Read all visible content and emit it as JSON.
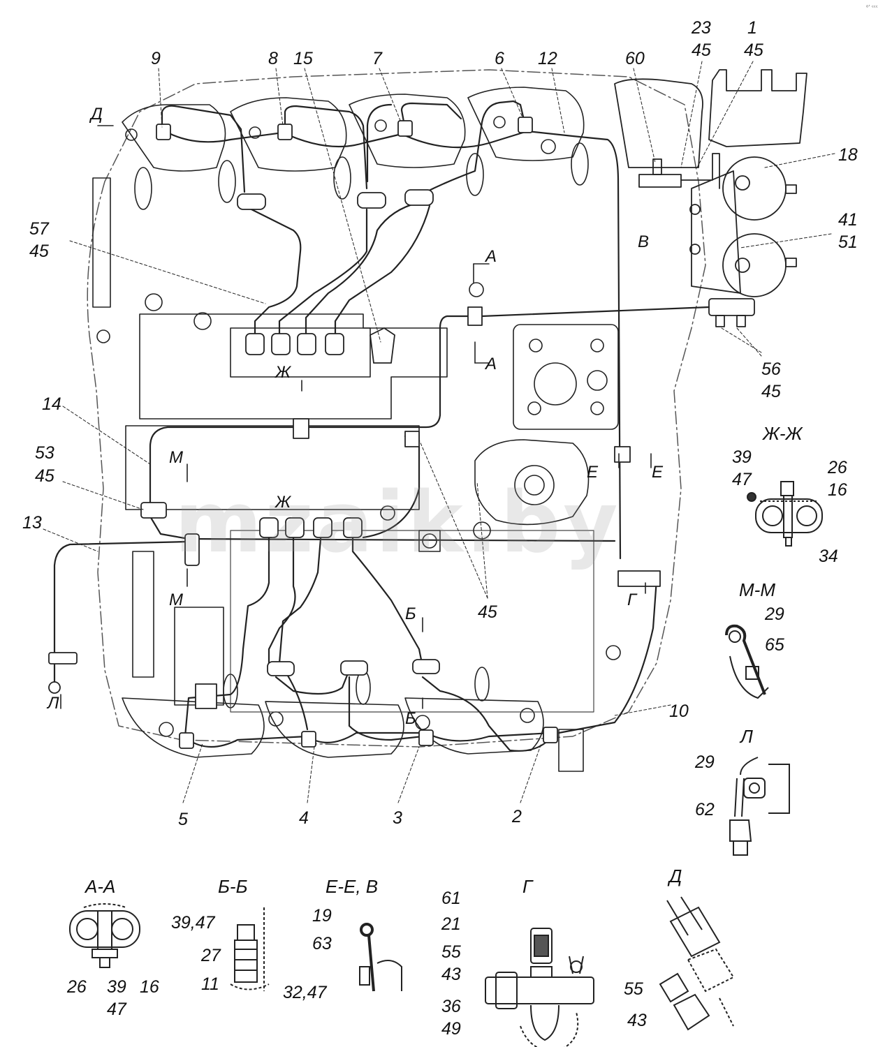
{
  "watermark": "mzaik.by",
  "corner_mark": "⁰ˈ ᶜᶜᶜ",
  "main_view": {
    "view_labels": {
      "A_top": "А",
      "A_bottom": "А",
      "V": "В",
      "ZH_top": "Ж",
      "ZH_bottom": "Ж",
      "M_top": "М",
      "M_bottom": "М",
      "E_left": "Е",
      "E_right": "Е",
      "G": "Г",
      "B_top": "Б",
      "B_bottom": "Б",
      "D": "Д",
      "L": "Л"
    },
    "callouts": {
      "n9": "9",
      "n8": "8",
      "n15": "15",
      "n7": "7",
      "n6": "6",
      "n12": "12",
      "n60": "60",
      "n23": "23",
      "n45a": "45",
      "n1": "1",
      "n45b": "45",
      "n18": "18",
      "n41": "41",
      "n51": "51",
      "n57": "57",
      "n45c": "45",
      "n56": "56",
      "n45d": "45",
      "n14": "14",
      "n53": "53",
      "n45e": "45",
      "n13": "13",
      "n45f": "45",
      "n10": "10",
      "n5": "5",
      "n4": "4",
      "n3": "3",
      "n2": "2"
    }
  },
  "sections": {
    "zh_zh": {
      "title": "Ж-Ж",
      "labels": [
        "39",
        "47",
        "26",
        "16",
        "34"
      ]
    },
    "m_m": {
      "title": "М-М",
      "labels": [
        "29",
        "65"
      ]
    },
    "l": {
      "title": "Л",
      "labels": [
        "29",
        "62"
      ]
    },
    "a_a": {
      "title": "А-А",
      "labels": [
        "26",
        "39",
        "47",
        "16"
      ]
    },
    "b_b": {
      "title": "Б-Б",
      "labels": [
        "39,47",
        "27",
        "11"
      ]
    },
    "e_e_v": {
      "title": "Е-Е, В",
      "labels": [
        "19",
        "63",
        "32,47"
      ]
    },
    "g": {
      "title": "Г",
      "labels": [
        "61",
        "21",
        "55",
        "43",
        "36",
        "49"
      ]
    },
    "d": {
      "title": "Д",
      "labels": [
        "55",
        "43"
      ]
    }
  }
}
